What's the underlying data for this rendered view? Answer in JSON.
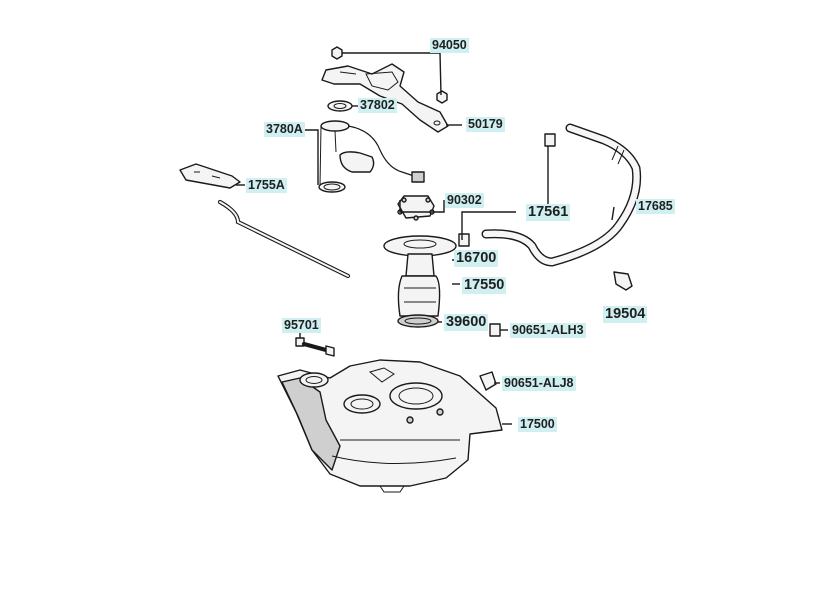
{
  "callouts": {
    "p94050": "94050",
    "p37802": "37802",
    "p50179": "50179",
    "p3780A": "3780A",
    "p1755A": "1755A",
    "p90302": "90302",
    "p17561": "17561",
    "p17685": "17685",
    "p16700": "16700",
    "p17550": "17550",
    "p19504": "19504",
    "p95701": "95701",
    "p39600": "39600",
    "p90651_alh3": "90651-ALH3",
    "p90651_alj8": "90651-ALJ8",
    "p17500": "17500"
  },
  "colors": {
    "label_highlight": "#cfeff1",
    "line": "#1a1a1a",
    "background": "#ffffff"
  }
}
